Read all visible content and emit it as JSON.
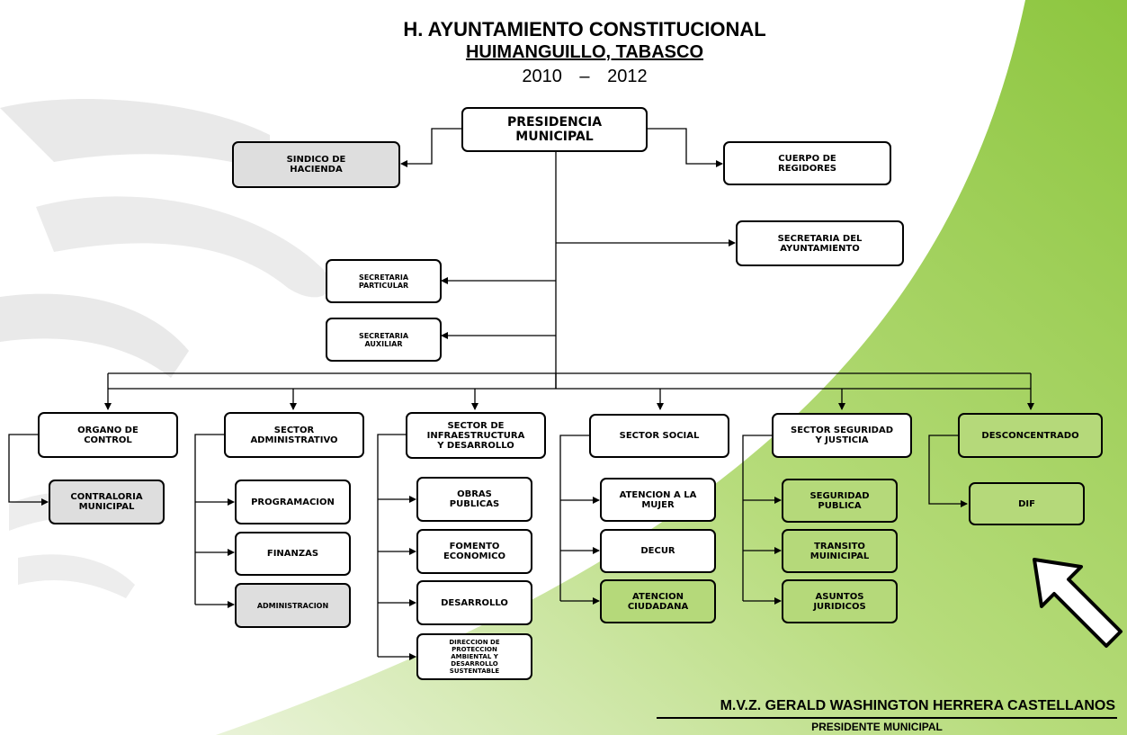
{
  "header": {
    "title": "H. AYUNTAMIENTO CONSTITUCIONAL",
    "subtitle": "HUIMANGUILLO, TABASCO",
    "period": "2010 – 2012"
  },
  "colors": {
    "green_accent": "#8dc63f",
    "box_gray": "#dedede",
    "box_green": "#b5d97a"
  },
  "org": {
    "presidencia": "PRESIDENCIA\nMUNICIPAL",
    "sindico": "SINDICO DE\nHACIENDA",
    "regidores": "CUERPO DE\nREGIDORES",
    "secretaria_ayuntamiento": "SECRETARIA DEL\nAYUNTAMIENTO",
    "secretaria_particular": "SECRETARIA\nPARTICULAR",
    "secretaria_auxiliar": "SECRETARIA\nAUXILIAR",
    "organo_control": "ORGANO DE\nCONTROL",
    "contraloria": "CONTRALORIA\nMUNICIPAL",
    "sector_administrativo": "SECTOR\nADMINISTRATIVO",
    "programacion": "PROGRAMACION",
    "finanzas": "FINANZAS",
    "administracion": "ADMINISTRACION",
    "sector_infraestructura": "SECTOR DE\nINFRAESTRUCTURA\nY DESARROLLO",
    "obras_publicas": "OBRAS\nPUBLICAS",
    "fomento_economico": "FOMENTO\nECONOMICO",
    "desarrollo": "DESARROLLO",
    "direccion_proteccion": "DIRECCION DE\nPROTECCION\nAMBIENTAL Y\nDESARROLLO\nSUSTENTABLE",
    "sector_social": "SECTOR SOCIAL",
    "atencion_mujer": "ATENCION A LA\nMUJER",
    "decur": "DECUR",
    "atencion_ciudadana": "ATENCION\nCIUDADANA",
    "sector_seguridad": "SECTOR SEGURIDAD\nY JUSTICIA",
    "seguridad_publica": "SEGURIDAD\nPUBLICA",
    "transito": "TRANSITO\nMUINICIPAL",
    "asuntos_juridicos": "ASUNTOS\nJURIDICOS",
    "desconcentrado": "DESCONCENTRADO",
    "dif": "DIF"
  },
  "footer": {
    "name": "M.V.Z. GERALD WASHINGTON HERRERA CASTELLANOS",
    "role": "PRESIDENTE MUNICIPAL"
  },
  "decor": {
    "arrow": "outline-arrow-icon"
  }
}
